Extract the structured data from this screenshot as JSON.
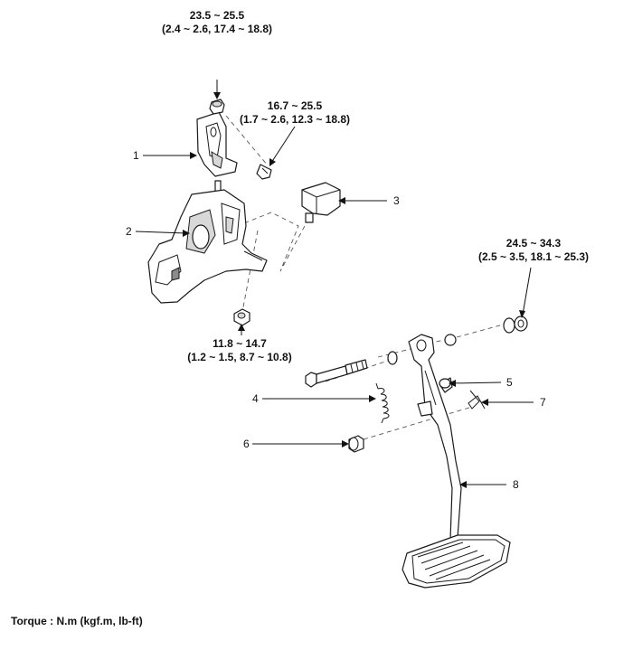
{
  "torque_specs": {
    "nut_top": {
      "line1": "23.5 ~ 25.5",
      "line2": "(2.4 ~ 2.6, 17.4 ~ 18.8)"
    },
    "bolt_upper": {
      "line1": "16.7 ~ 25.5",
      "line2": "(1.7 ~ 2.6, 12.3 ~ 18.8)"
    },
    "nut_right": {
      "line1": "24.5 ~ 34.3",
      "line2": "(2.5 ~ 3.5, 18.1 ~ 25.3)"
    },
    "nut_lower": {
      "line1": "11.8 ~ 14.7",
      "line2": "(1.2 ~ 1.5, 8.7 ~ 10.8)"
    }
  },
  "callouts": {
    "c1": "1",
    "c2": "2",
    "c3": "3",
    "c4": "4",
    "c5": "5",
    "c6": "6",
    "c7": "7",
    "c8": "8"
  },
  "footer_note": "Torque : N.m (kgf.m, lb-ft)"
}
